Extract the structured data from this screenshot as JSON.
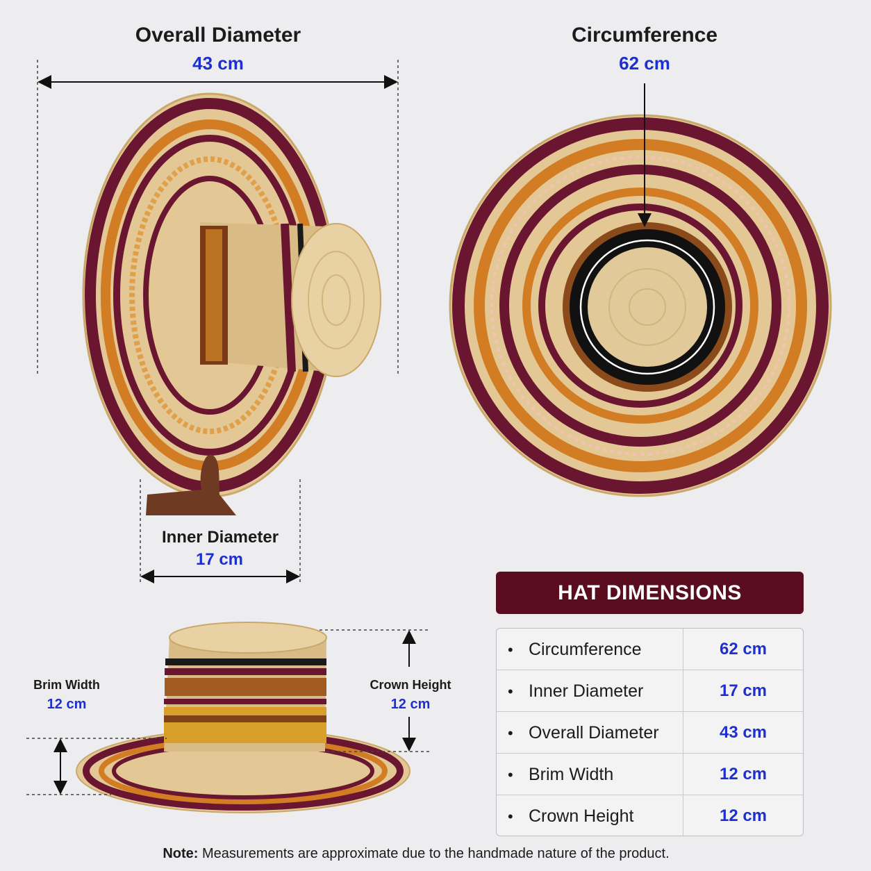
{
  "overall_diameter": {
    "title": "Overall Diameter",
    "value": "43 cm"
  },
  "circumference": {
    "title": "Circumference",
    "value": "62 cm"
  },
  "inner_diameter": {
    "title": "Inner Diameter",
    "value": "17 cm"
  },
  "brim_width": {
    "title": "Brim Width",
    "value": "12 cm"
  },
  "crown_height": {
    "title": "Crown Height",
    "value": "12 cm"
  },
  "dimensions": {
    "heading": "HAT DIMENSIONS",
    "rows": [
      {
        "bullet": "•",
        "name": "Circumference",
        "value": "62 cm"
      },
      {
        "bullet": "•",
        "name": "Inner Diameter",
        "value": "17 cm"
      },
      {
        "bullet": "•",
        "name": "Overall Diameter",
        "value": "43 cm"
      },
      {
        "bullet": "•",
        "name": "Brim Width",
        "value": "12 cm"
      },
      {
        "bullet": "•",
        "name": "Crown Height",
        "value": "12 cm"
      }
    ]
  },
  "note": {
    "label": "Note:",
    "text": " Measurements are approximate due to the handmade nature of the product."
  },
  "colors": {
    "straw": "#e3c896",
    "maroon": "#6b1631",
    "orange": "#d27d24",
    "heading_bg": "#5a0d1f",
    "value_blue": "#1e2fd0"
  }
}
